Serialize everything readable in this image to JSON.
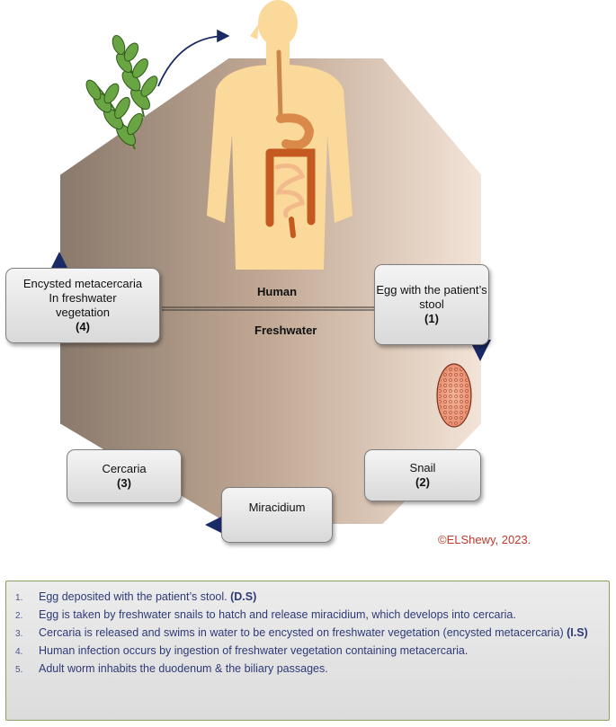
{
  "diagram": {
    "nodes": {
      "egg": {
        "lines": [
          "Egg with the patient’s",
          "stool"
        ],
        "num": "(1)"
      },
      "snail": {
        "lines": [
          "Snail"
        ],
        "num": "(2)"
      },
      "miracidium": {
        "lines": [
          "Miracidium"
        ],
        "num": ""
      },
      "cercaria": {
        "lines": [
          "Cercaria"
        ],
        "num": "(3)"
      },
      "metacercaria": {
        "lines": [
          "Encysted metacercaria",
          "In freshwater",
          "vegetation"
        ],
        "num": "(4)"
      }
    },
    "zones": {
      "human": "Human",
      "freshwater": "Freshwater"
    },
    "copyright": "©ELShewy, 2023.",
    "colors": {
      "octagon_left": "#8a7a6c",
      "octagon_right": "#f1e0d2",
      "body": "#fbd99a",
      "intestine": "#d97a3a",
      "leaf": "#5f9a3a",
      "arrow": "#1a2a66"
    }
  },
  "legend": {
    "items": [
      {
        "idx": "1.",
        "text": "Egg deposited with the patient’s stool. ",
        "tag": "(D.S)"
      },
      {
        "idx": "2.",
        "text": "Egg is taken by freshwater snails to hatch and release miracidium, which develops into cercaria.",
        "tag": ""
      },
      {
        "idx": "3.",
        "text": "Cercaria is released and swims in water to be encysted on freshwater vegetation (encysted metacercaria) ",
        "tag": "(I.S)"
      },
      {
        "idx": "4.",
        "text": "Human infection occurs by ingestion of freshwater vegetation containing metacercaria.",
        "tag": ""
      },
      {
        "idx": "5.",
        "text": "Adult worm inhabits the duodenum & the biliary passages.",
        "tag": ""
      }
    ]
  }
}
